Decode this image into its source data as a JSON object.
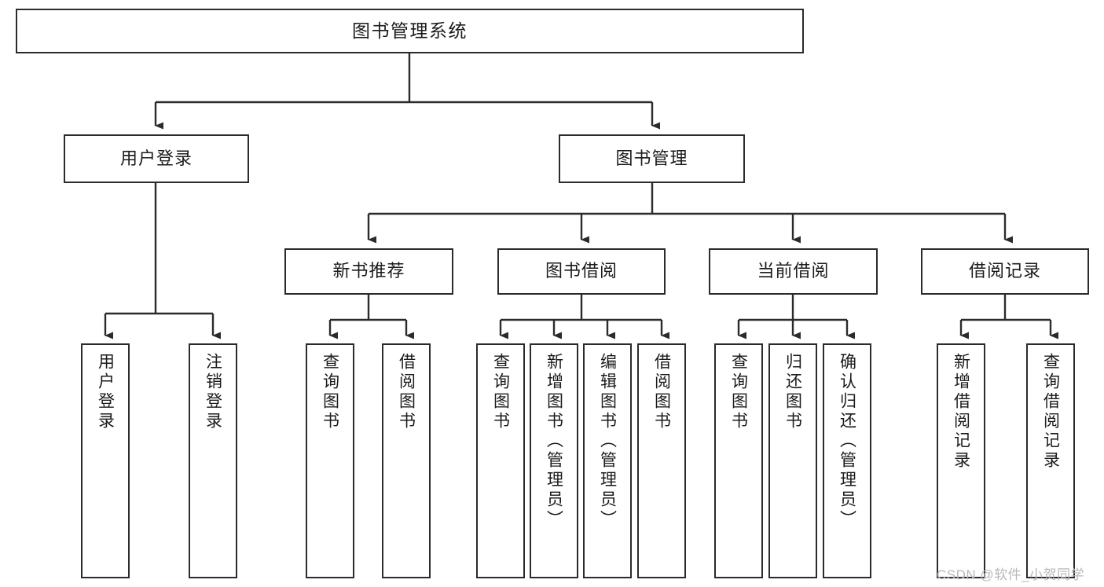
{
  "diagram": {
    "title": "图书管理系统",
    "type": "tree-hierarchy-diagram",
    "colors": {
      "box_border": "#2b2b2b",
      "box_fill": "#ffffff",
      "edge": "#2b2b2b",
      "background": "#ffffff",
      "watermark": "#b9b9b9"
    },
    "levels": {
      "level1_label": "图书管理系统",
      "level2_labels": [
        "用户登录",
        "图书管理"
      ],
      "level3_labels": [
        "新书推荐",
        "图书借阅",
        "当前借阅",
        "借阅记录"
      ]
    },
    "nodes": {
      "root": {
        "label": "图书管理系统"
      },
      "user_login": {
        "label": "用户登录"
      },
      "book_manage": {
        "label": "图书管理"
      },
      "new_book_rec": {
        "label": "新书推荐"
      },
      "book_borrow": {
        "label": "图书借阅"
      },
      "current_borrow": {
        "label": "当前借阅"
      },
      "borrow_record": {
        "label": "借阅记录"
      },
      "leaf_user_login": {
        "label": "用户登录"
      },
      "leaf_logout": {
        "label": "注销登录"
      },
      "leaf_query_book_1": {
        "label": "查询图书"
      },
      "leaf_borrow_book_1": {
        "label": "借阅图书"
      },
      "leaf_query_book_2": {
        "label": "查询图书"
      },
      "leaf_add_book": {
        "label": "新增图书（管理员）"
      },
      "leaf_edit_book": {
        "label": "编辑图书（管理员）"
      },
      "leaf_borrow_book_2": {
        "label": "借阅图书"
      },
      "leaf_query_book_3": {
        "label": "查询图书"
      },
      "leaf_return_book": {
        "label": "归还图书"
      },
      "leaf_confirm_return": {
        "label": "确认归还（管理员）"
      },
      "leaf_add_record": {
        "label": "新增借阅记录"
      },
      "leaf_query_record": {
        "label": "查询借阅记录"
      }
    }
  },
  "watermark": {
    "text": "CSDN @软件_小贺同学"
  }
}
